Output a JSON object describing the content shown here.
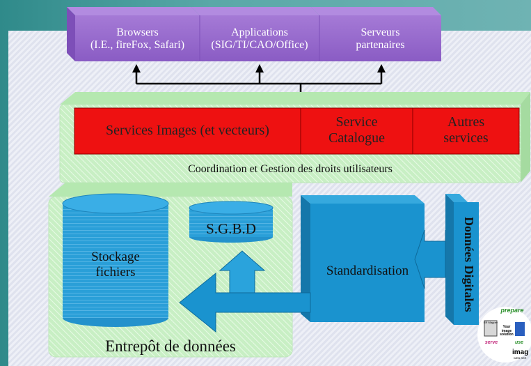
{
  "clients": [
    {
      "line1": "Browsers",
      "line2": "(I.E., fireFox, Safari)"
    },
    {
      "line1": "Applications",
      "line2": "(SIG/TI/CAO/Office)"
    },
    {
      "line1": "Serveurs",
      "line2": "partenaires"
    }
  ],
  "services": [
    {
      "line1": "Services Images (et vecteurs)",
      "line2": ""
    },
    {
      "line1": "Service",
      "line2": "Catalogue"
    },
    {
      "line1": "Autres",
      "line2": "services"
    }
  ],
  "coordination_label": "Coordination et Gestion des droits utilisateurs",
  "storage": {
    "sgbd": "S.G.B.D",
    "files_line1": "Stockage",
    "files_line2": "fichiers",
    "warehouse_label": "Entrepôt de données"
  },
  "standardisation_label": "Standardisation",
  "digital_data_label": "Données Digitales",
  "logo": {
    "top_text": "prepare",
    "box_text": "ER Mapper",
    "slogan_1": "Your",
    "slogan_2": "image",
    "slogan_3": "solution",
    "side_1": "serve",
    "side_2": "use",
    "brand": "imag",
    "brand_sub": "WEB SER"
  },
  "colors": {
    "client_box": "#9b6fd0",
    "service_box": "#ee1111",
    "coord_panel": "#c9f0c5",
    "cylinder": "#2a9fd8",
    "standardisation": "#1a93cf"
  }
}
